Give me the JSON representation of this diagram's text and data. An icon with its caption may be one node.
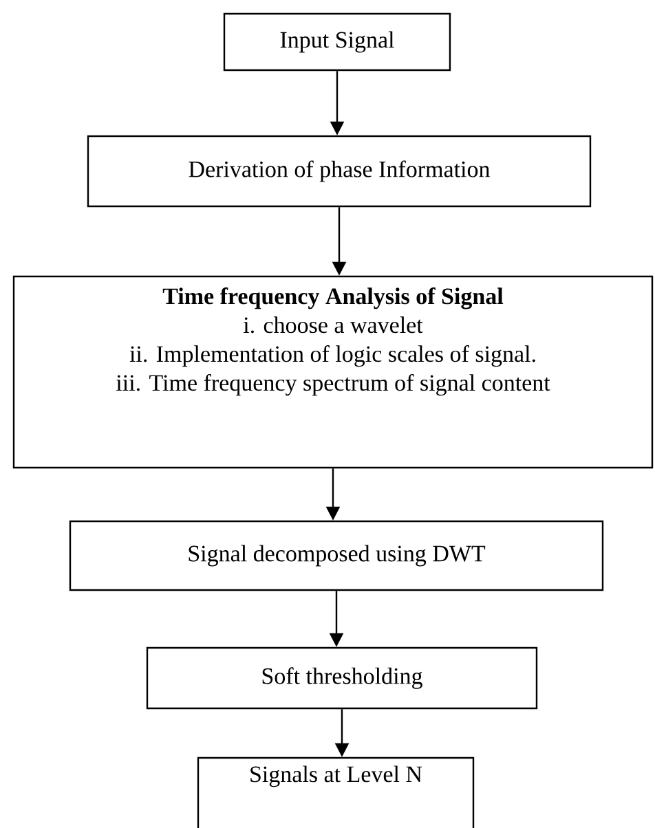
{
  "diagram": {
    "nodes": [
      {
        "text": [
          "Input Signal"
        ]
      },
      {
        "text": [
          "Derivation of phase Information"
        ]
      },
      {
        "text": [
          "Time frequency Analysis of Signal",
          "i. choose a wavelet",
          "ii. Implementation of logic scales of signal.",
          "iii. Time frequency spectrum of signal content"
        ]
      },
      {
        "text": [
          "Signal decomposed using DWT"
        ]
      },
      {
        "text": [
          "Soft thresholding"
        ]
      },
      {
        "text": [
          "Signals at Level N"
        ]
      }
    ],
    "edges": [
      {
        "from": 0,
        "to": 1,
        "arrow": "to"
      },
      {
        "from": 1,
        "to": 2,
        "arrow": "to"
      },
      {
        "from": 2,
        "to": 3,
        "arrow": "to"
      },
      {
        "from": 3,
        "to": 4,
        "arrow": "to"
      },
      {
        "from": 4,
        "to": 5,
        "arrow": "to"
      }
    ]
  }
}
